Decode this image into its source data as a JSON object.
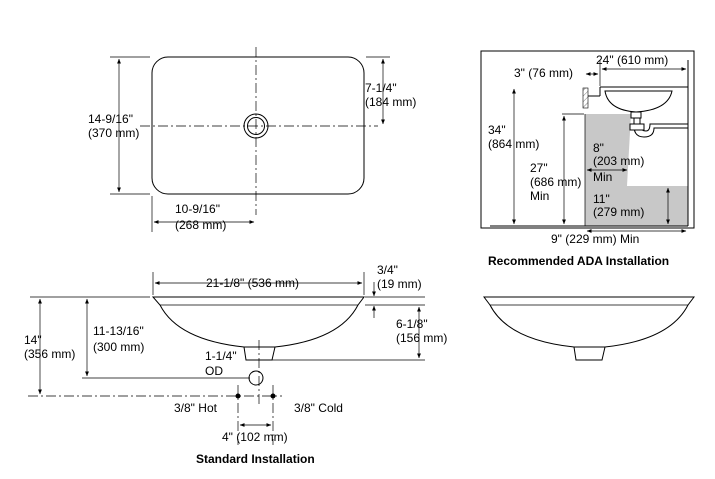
{
  "top_view": {
    "depth_label_in": "14-9/16\"",
    "depth_label_mm": "(370 mm)",
    "drain_offset_in": "7-1/4\"",
    "drain_offset_mm": "(184 mm)",
    "half_width_in": "10-9/16\"",
    "half_width_mm": "(268 mm)"
  },
  "ada": {
    "caption": "Recommended ADA Installation",
    "front_offset": "3\" (76 mm)",
    "width": "24\" (610 mm)",
    "height_in": "34\"",
    "height_mm": "(864 mm)",
    "knee_height_in": "27\"",
    "knee_height_mm": "(686 mm)",
    "knee_height_min": "Min",
    "toe_depth_in": "8\"",
    "toe_depth_mm": "(203 mm)",
    "toe_depth_min": "Min",
    "toe_height_in": "11\"",
    "toe_height_mm": "(279 mm)",
    "toe_clearance": "9\" (229 mm) Min"
  },
  "standard": {
    "caption": "Standard Installation",
    "overall_width": "21-1/8\" (536 mm)",
    "rim_thickness_in": "3/4\"",
    "rim_thickness_mm": "(19 mm)",
    "basin_depth_in": "6-1/8\"",
    "basin_depth_mm": "(156 mm)",
    "floor_to_rim_in": "14\"",
    "floor_to_rim_mm": "(356 mm)",
    "floor_to_drain_in": "11-13/16\"",
    "floor_to_drain_mm": "(300 mm)",
    "drain_od_size": "1-1/4\"",
    "drain_od_label": "OD",
    "supply_hot": "3/8\" Hot",
    "supply_cold": "3/8\" Cold",
    "supply_spacing": "4\" (102 mm)"
  }
}
